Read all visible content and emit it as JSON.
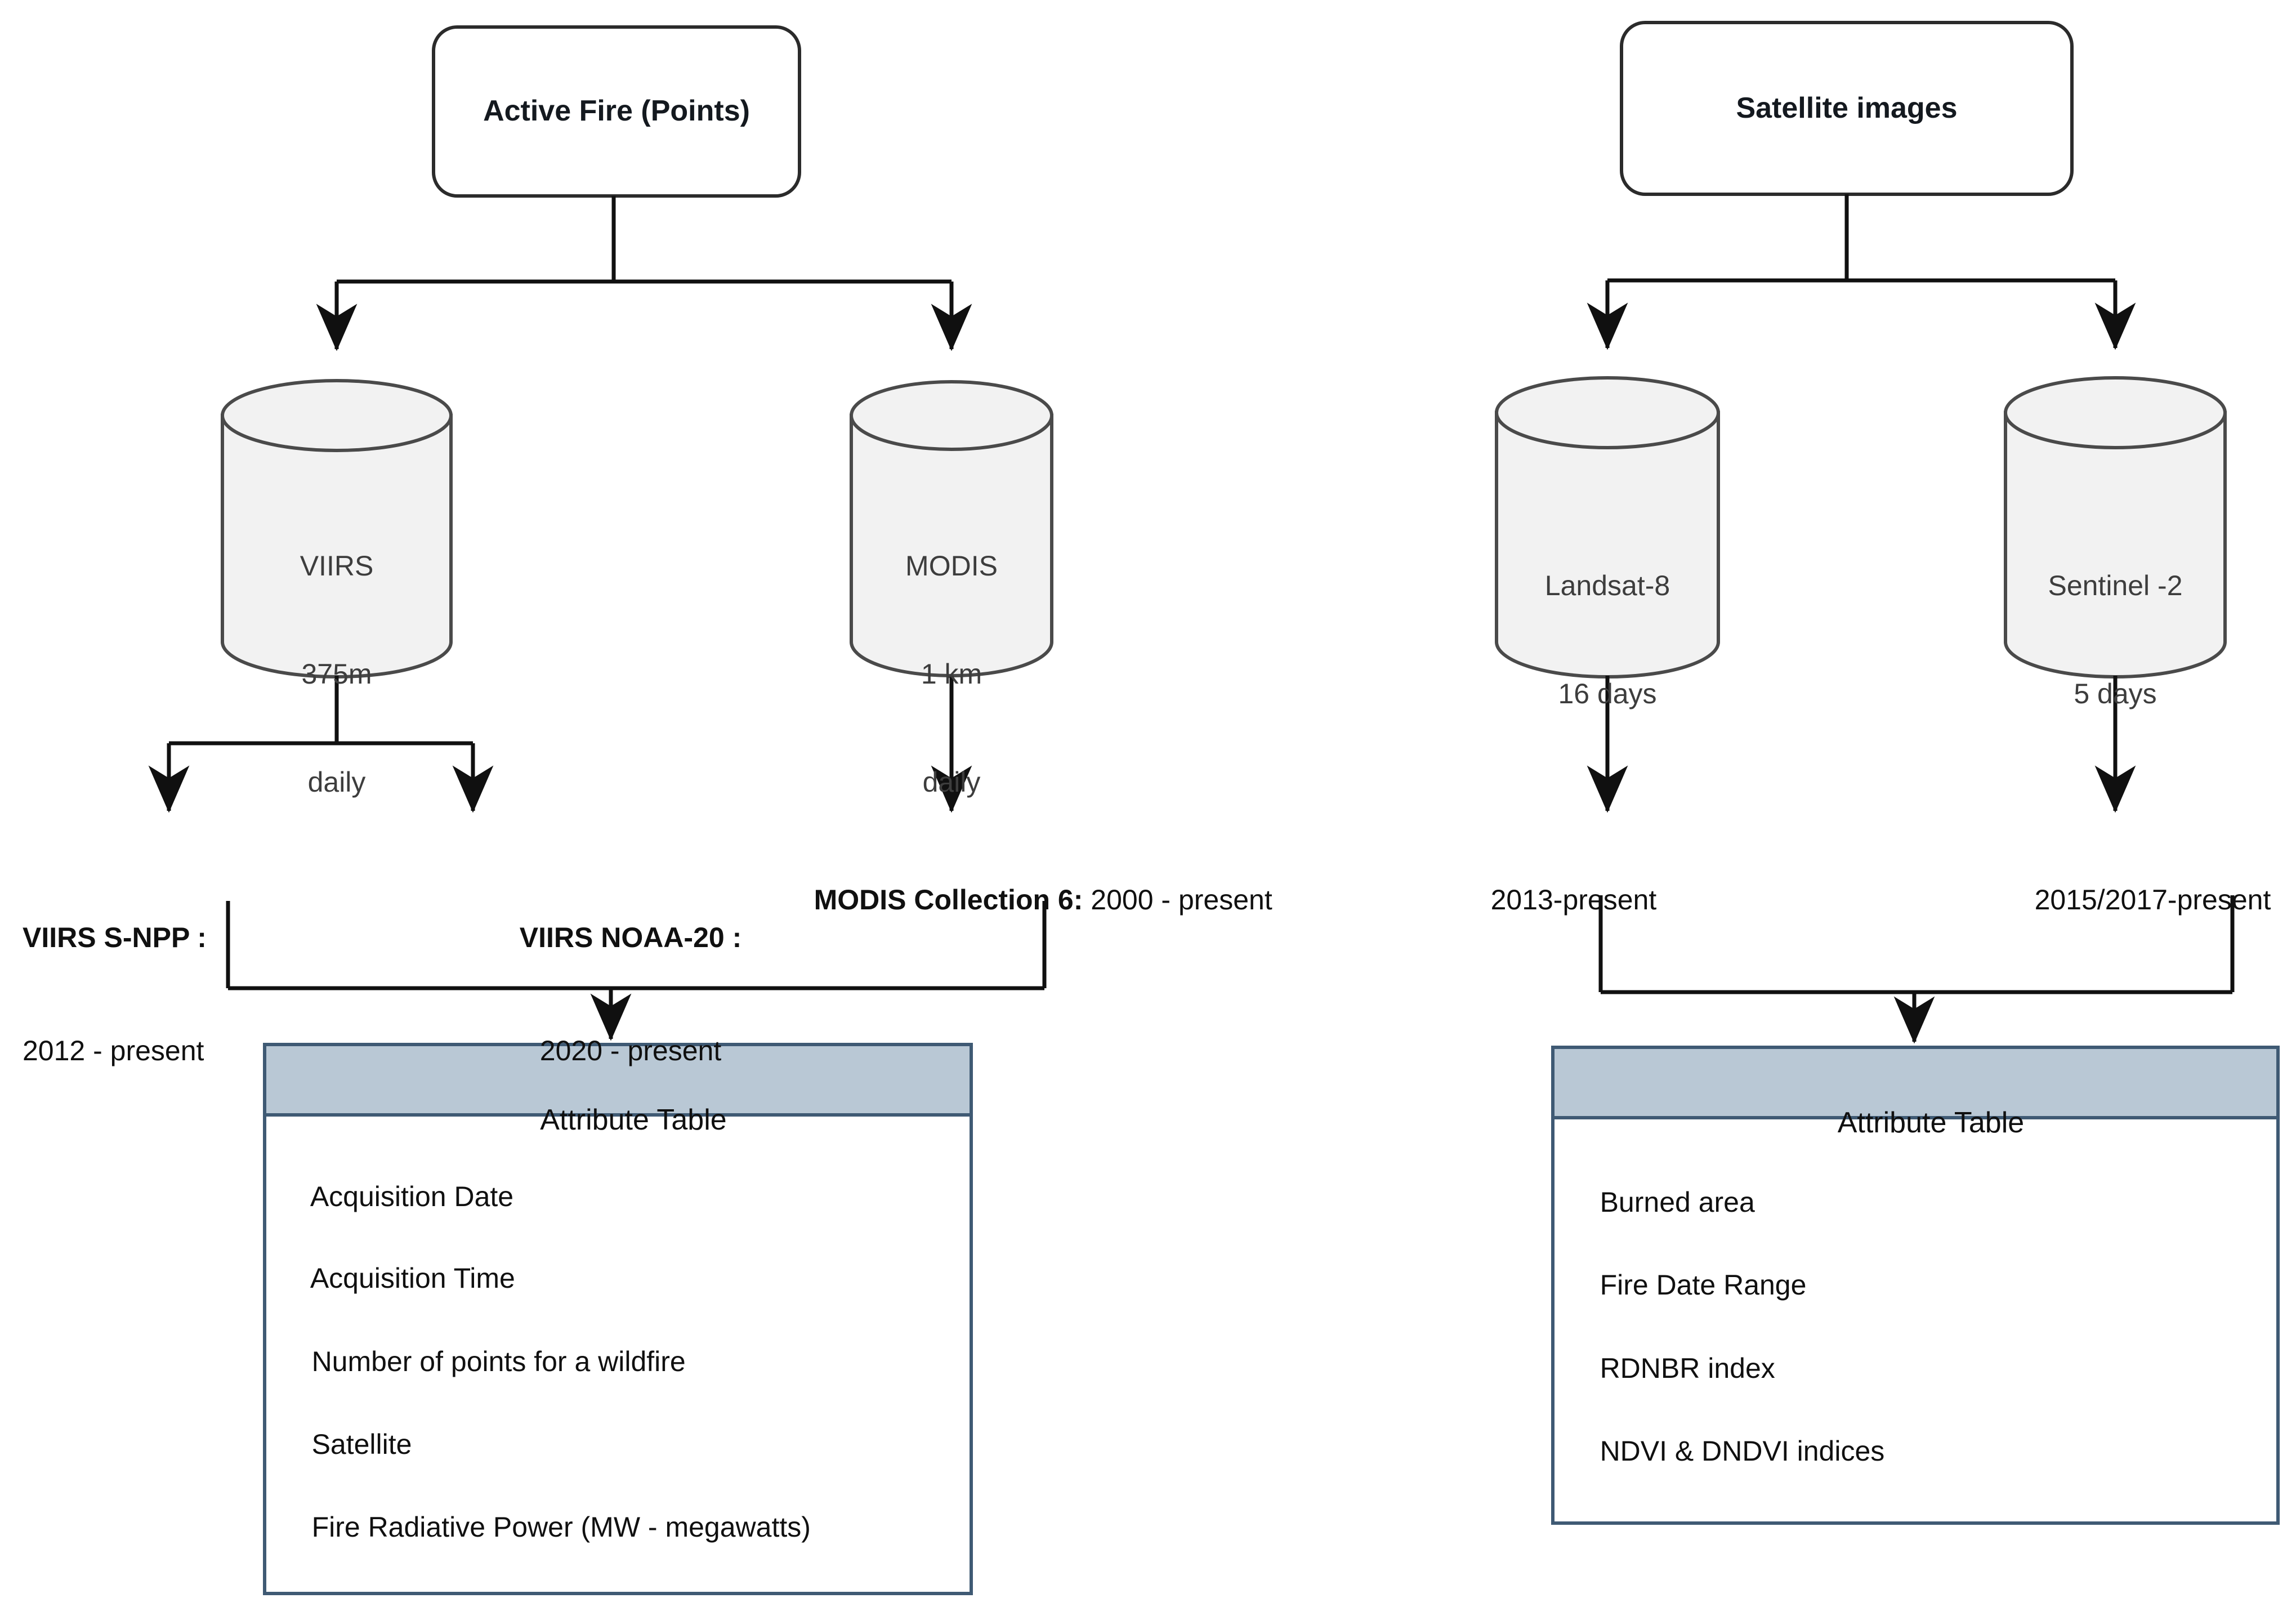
{
  "diagram": {
    "title_left": "Active Fire (Points)",
    "title_right": "Satellite images",
    "sources": {
      "viirs": {
        "name": "VIIRS",
        "resolution": "375m",
        "revisit": "daily"
      },
      "modis": {
        "name": "MODIS",
        "resolution": "1 km",
        "revisit": "daily"
      },
      "landsat": {
        "name": "Landsat-8",
        "revisit": "16 days"
      },
      "sentinel": {
        "name": "Sentinel -2",
        "revisit": "5 days"
      }
    },
    "products": {
      "viirs_snpp_label": "VIIRS S-NPP :",
      "viirs_snpp_range": "2012 - present",
      "viirs_noaa_label": "VIIRS NOAA-20 :",
      "viirs_noaa_range": "2020 - present",
      "modis_label": "MODIS Collection 6:",
      "modis_range": " 2000 - present",
      "landsat_range": "2013-present",
      "sentinel_range": "2015/2017-present"
    },
    "attribute_table_left": {
      "header": "Attribute Table",
      "rows": [
        "Acquisition Date",
        "Acquisition Time",
        "Number of points for a wildfire",
        "Satellite",
        "Fire Radiative Power (MW - megawatts)"
      ]
    },
    "attribute_table_right": {
      "header": "Attribute Table",
      "rows": [
        "Burned area",
        "Fire Date Range",
        "RDNBR index",
        "NDVI & DNDVI indices"
      ]
    },
    "colors": {
      "stroke": "#2b2b2b",
      "cylinder_fill": "#f2f2f2",
      "cylinder_stroke": "#4a4a4a",
      "table_header_fill": "#b9c8d5",
      "table_border": "#3f5a74",
      "text": "#101010"
    }
  }
}
